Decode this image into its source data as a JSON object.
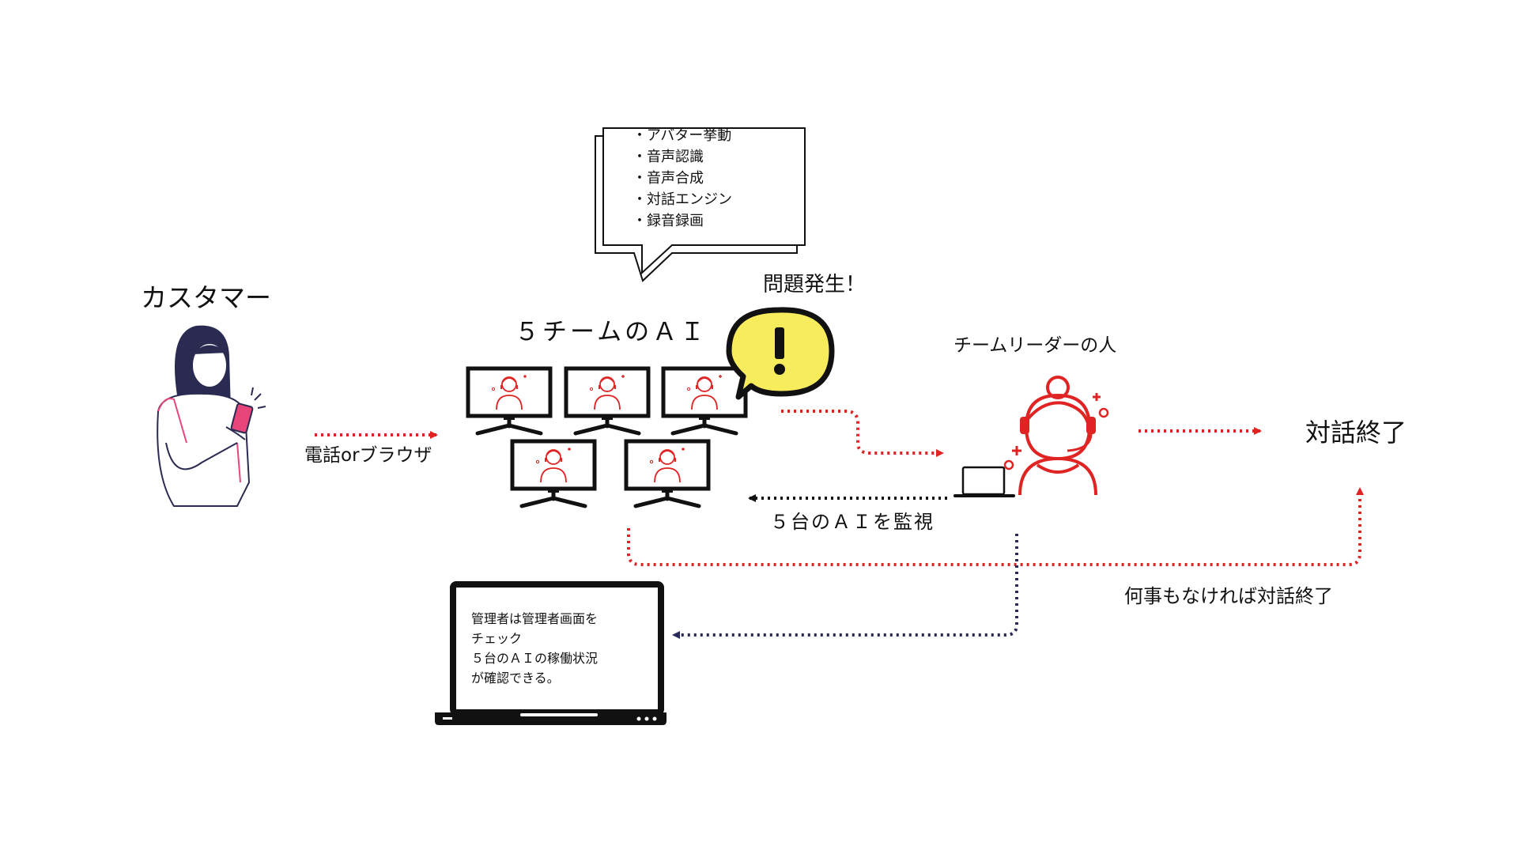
{
  "labels": {
    "customer": "カスタマー",
    "ai_team": "５チームのＡＩ",
    "problem": "問題発生！",
    "leader": "チームリーダーの人",
    "phone_or_browser": "電話orブラウザ",
    "conversation_end": "対話終了",
    "monitor_five_ai": "５台のＡＩを監視",
    "end_if_nothing": "何事もなければ対話終了"
  },
  "speech_bubble": {
    "items": [
      "アバター挙動",
      "音声認識",
      "音声合成",
      "対話エンジン",
      "録音録画"
    ]
  },
  "alert": {
    "symbol": "!"
  },
  "admin_screen": {
    "lines": [
      "管理者は管理者画面を",
      "チェック",
      "５台のＡＩの稼働状況",
      "が確認できる。"
    ]
  },
  "colors": {
    "accent_red": "#e02424",
    "navy": "#2a2a5a",
    "alert_yellow": "#f7ec5c",
    "customer_pink": "#e8457b",
    "customer_hair": "#2b2b52",
    "ink": "#111111"
  },
  "icons": {
    "customer": "woman-with-phone",
    "ai_monitors": "ai-avatar-monitor",
    "leader": "headset-operator",
    "leader_laptop": "laptop",
    "admin": "laptop",
    "alert": "exclamation-speech-bubble"
  }
}
